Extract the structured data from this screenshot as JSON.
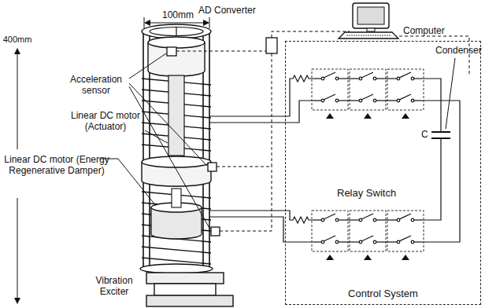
{
  "diagram": {
    "nodes": [
      {
        "text": [
          "Control System"
        ]
      }
    ],
    "labels": [
      "AD Converter",
      "Computer",
      "Condenser",
      "100mm",
      "400mm",
      "Acceleration sensor",
      "Linear DC motor (Actuator)",
      "Linear DC motor (Energy Regenerative Damper)",
      "Relay Switch",
      "C",
      "Vibration Exciter"
    ]
  }
}
